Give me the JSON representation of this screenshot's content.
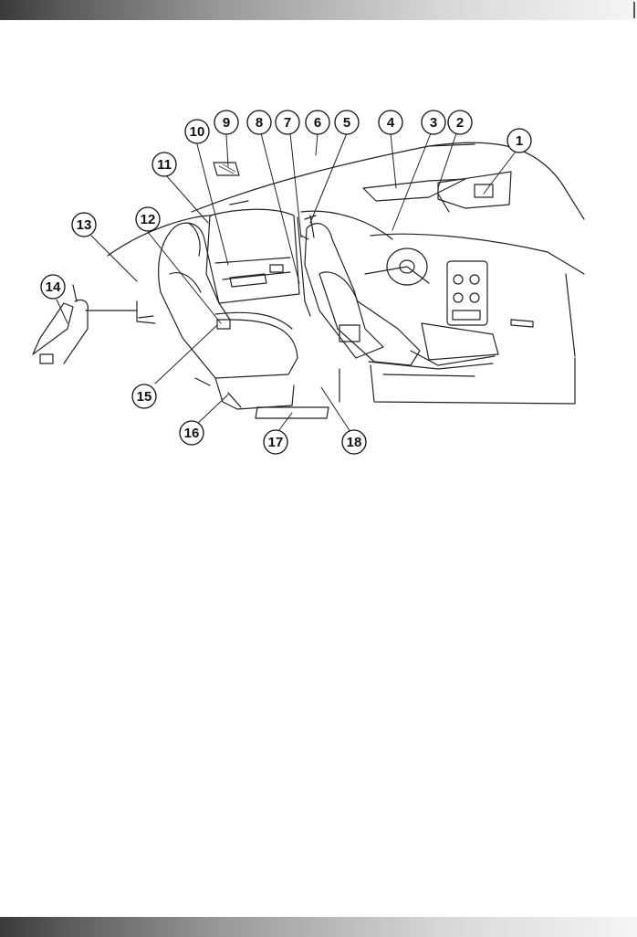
{
  "header": {
    "color": "#3a3a3a"
  },
  "footer": {
    "color": "#3a3a3a"
  },
  "callouts": [
    {
      "id": 1,
      "label": "1"
    },
    {
      "id": 2,
      "label": "2"
    },
    {
      "id": 3,
      "label": "3"
    },
    {
      "id": 4,
      "label": "4"
    },
    {
      "id": 5,
      "label": "5"
    },
    {
      "id": 6,
      "label": "6"
    },
    {
      "id": 7,
      "label": "7"
    },
    {
      "id": 8,
      "label": "8"
    },
    {
      "id": 9,
      "label": "9"
    },
    {
      "id": 10,
      "label": "10"
    },
    {
      "id": 11,
      "label": "11"
    },
    {
      "id": 12,
      "label": "12"
    },
    {
      "id": 13,
      "label": "13"
    },
    {
      "id": 14,
      "label": "14"
    },
    {
      "id": 15,
      "label": "15"
    },
    {
      "id": 16,
      "label": "16"
    },
    {
      "id": 17,
      "label": "17"
    },
    {
      "id": 18,
      "label": "18"
    }
  ]
}
